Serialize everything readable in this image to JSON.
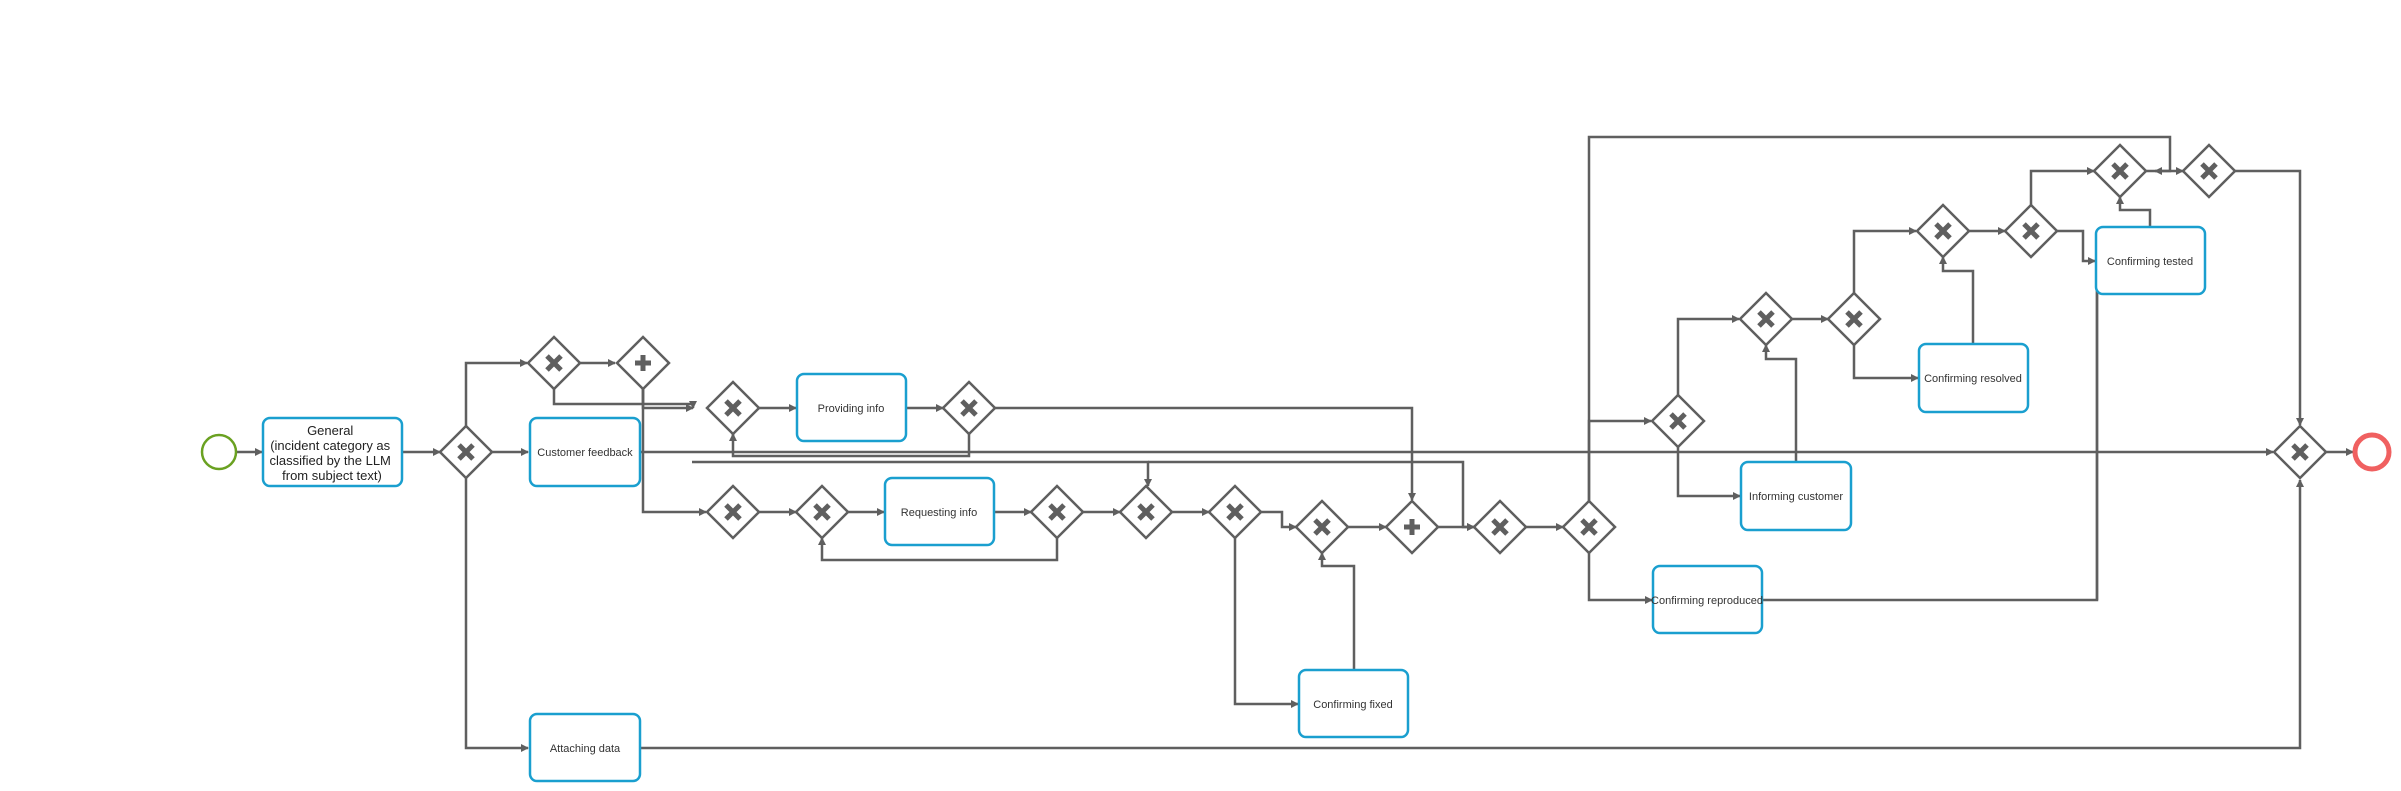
{
  "diagram": {
    "colors": {
      "edge": "#5f5f5f",
      "task_border": "#1a9fcf",
      "start_event": "#6aa121",
      "end_event": "#f06060",
      "gateway_border": "#5f5f5f",
      "gateway_marker": "#5f5f5f"
    },
    "start_event": {
      "label": ""
    },
    "end_event": {
      "label": ""
    },
    "tasks": {
      "general": [
        "General",
        "(incident category as",
        "classified by the LLM",
        "from subject text)"
      ],
      "customer_feedback": "Customer feedback",
      "attaching_data": "Attaching data",
      "providing_info": "Providing info",
      "requesting_info": "Requesting info",
      "confirming_fixed": "Confirming fixed",
      "informing_customer": "Informing customer",
      "confirming_reproduced": "Confirming reproduced",
      "confirming_resolved": "Confirming resolved",
      "confirming_tested": "Confirming tested"
    },
    "gateways": {
      "exclusive_marker": "✖",
      "parallel_marker": "✚"
    }
  }
}
